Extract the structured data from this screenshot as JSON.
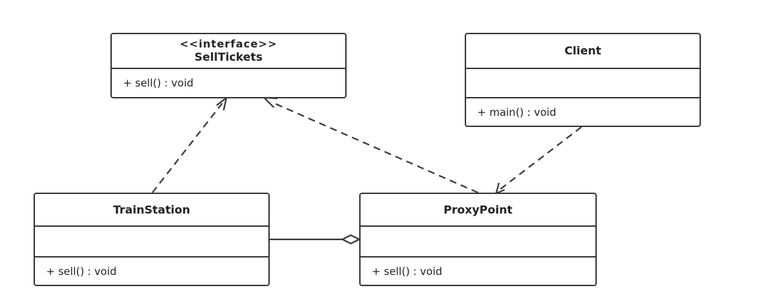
{
  "classes": {
    "sell_tickets": {
      "stereotype": "<<interface>>",
      "name": "SellTickets",
      "operations": [
        "+ sell() : void"
      ]
    },
    "client": {
      "name": "Client",
      "operations": [
        "+ main() : void"
      ]
    },
    "train_station": {
      "name": "TrainStation",
      "operations": [
        "+ sell() : void"
      ]
    },
    "proxy_point": {
      "name": "ProxyPoint",
      "operations": [
        "+ sell() : void"
      ]
    }
  },
  "relationships": [
    {
      "type": "realization",
      "from": "TrainStation",
      "to": "SellTickets"
    },
    {
      "type": "realization",
      "from": "ProxyPoint",
      "to": "SellTickets"
    },
    {
      "type": "dependency",
      "from": "Client",
      "to": "ProxyPoint"
    },
    {
      "type": "aggregation",
      "whole": "ProxyPoint",
      "part": "TrainStation"
    }
  ],
  "colors": {
    "line": "#3a3a3a",
    "background": "#ffffff"
  }
}
